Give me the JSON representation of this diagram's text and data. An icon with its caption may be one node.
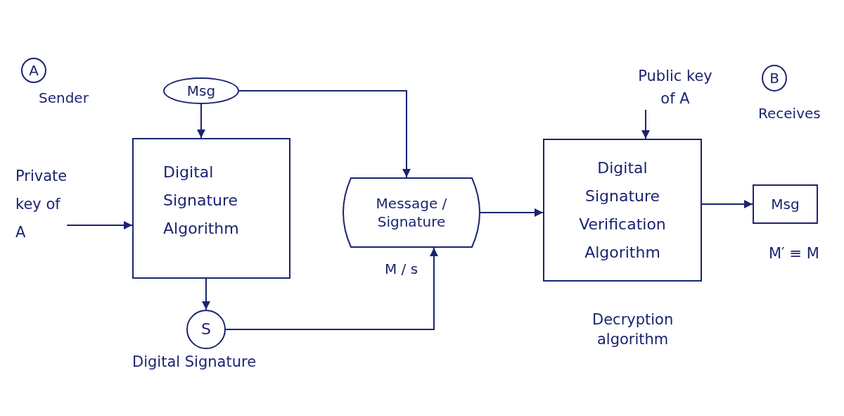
{
  "diagram": {
    "nodes": [
      {
        "text": [
          "A"
        ],
        "beside": [
          "Sender"
        ]
      },
      {
        "text": [
          "Msg"
        ]
      },
      {
        "text": [
          "Private key of A"
        ]
      },
      {
        "text": [
          "Digital Signature Algorithm"
        ]
      },
      {
        "text": [
          "S"
        ],
        "beside": [
          "Digital Signature"
        ]
      },
      {
        "text": [
          "Message / Signature"
        ]
      },
      {
        "text": [
          "Public key of A"
        ]
      },
      {
        "text": [
          "B"
        ],
        "beside": [
          "Receives"
        ]
      },
      {
        "text": [
          "Digital Signature Verification Algorithm"
        ],
        "beside": [
          "Decryption algorithm"
        ]
      },
      {
        "text": [
          "Msg"
        ],
        "beside": [
          "M′ ≡ M"
        ]
      }
    ],
    "edges": [
      {
        "from": 1,
        "to": 3,
        "arrow": "to"
      },
      {
        "from": 1,
        "to": 5,
        "arrow": "to"
      },
      {
        "from": 2,
        "to": 3,
        "arrow": "to"
      },
      {
        "from": 3,
        "to": 4,
        "arrow": "to"
      },
      {
        "from": 4,
        "to": 5,
        "arrow": "to",
        "label": "M / s"
      },
      {
        "from": 5,
        "to": 8,
        "arrow": "to"
      },
      {
        "from": 6,
        "to": 8,
        "arrow": "to"
      },
      {
        "from": 8,
        "to": 9,
        "arrow": "to"
      }
    ]
  }
}
